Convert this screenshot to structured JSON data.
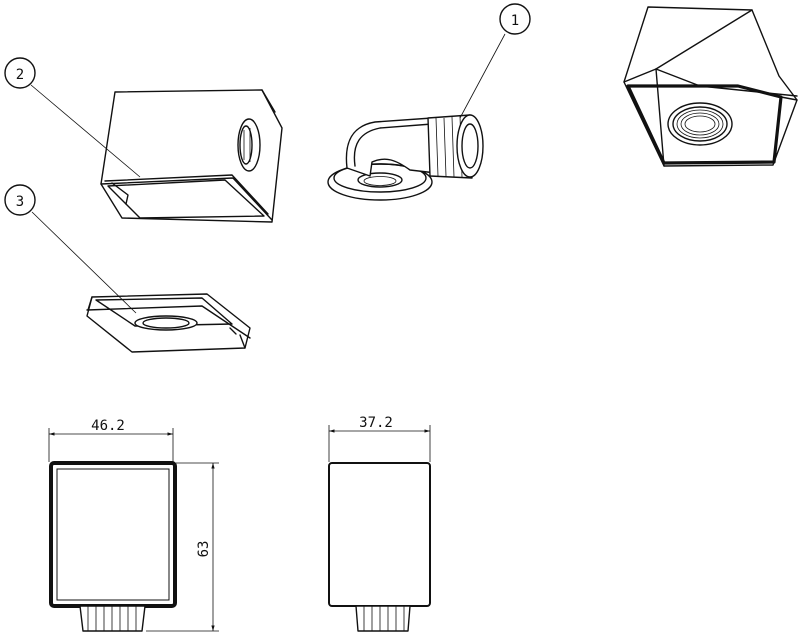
{
  "callouts": [
    {
      "number": "1"
    },
    {
      "number": "2"
    },
    {
      "number": "3"
    }
  ],
  "dimensions": {
    "front_width": "46.2",
    "side_width": "37.2",
    "height": "63"
  }
}
